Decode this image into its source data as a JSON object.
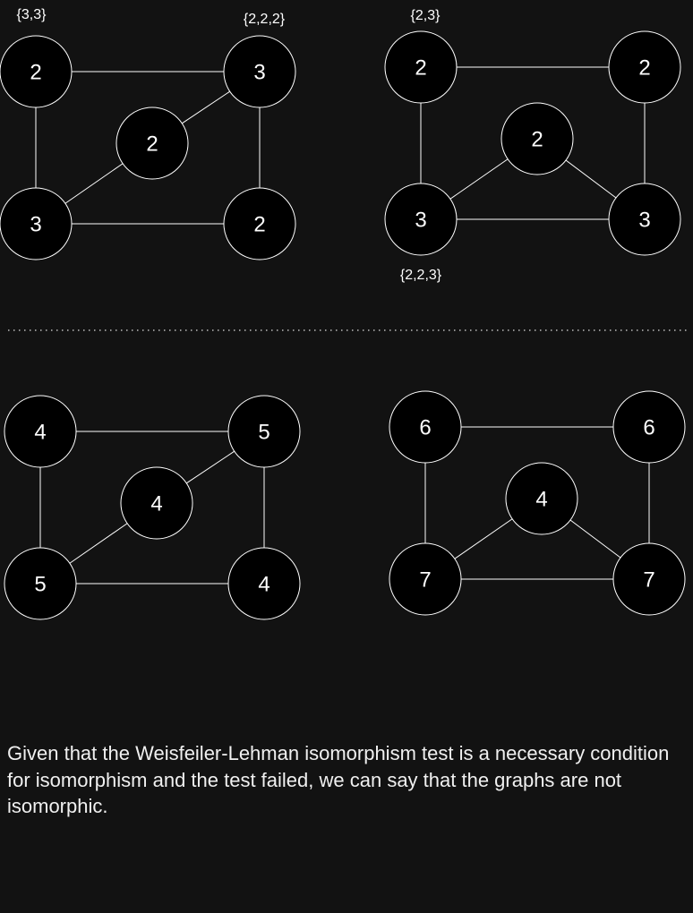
{
  "colors": {
    "background": "#121212",
    "node_fill": "#000000",
    "stroke": "#ffffff",
    "text": "#ffffff"
  },
  "graphs": [
    {
      "id": "top-left",
      "nodes": [
        {
          "id": "a",
          "label": "2",
          "annotation": "{3,3}"
        },
        {
          "id": "b",
          "label": "3",
          "annotation": "{2,2,2}"
        },
        {
          "id": "c",
          "label": "2",
          "annotation": ""
        },
        {
          "id": "d",
          "label": "3",
          "annotation": ""
        },
        {
          "id": "e",
          "label": "2",
          "annotation": ""
        }
      ],
      "edges": [
        [
          "a",
          "b"
        ],
        [
          "a",
          "d"
        ],
        [
          "b",
          "c"
        ],
        [
          "b",
          "e"
        ],
        [
          "c",
          "d"
        ],
        [
          "d",
          "e"
        ]
      ]
    },
    {
      "id": "top-right",
      "nodes": [
        {
          "id": "a",
          "label": "2",
          "annotation": "{2,3}"
        },
        {
          "id": "b",
          "label": "2",
          "annotation": ""
        },
        {
          "id": "c",
          "label": "2",
          "annotation": ""
        },
        {
          "id": "d",
          "label": "3",
          "annotation": "{2,2,3}"
        },
        {
          "id": "e",
          "label": "3",
          "annotation": ""
        }
      ],
      "edges": [
        [
          "a",
          "b"
        ],
        [
          "a",
          "d"
        ],
        [
          "b",
          "e"
        ],
        [
          "c",
          "d"
        ],
        [
          "c",
          "e"
        ],
        [
          "d",
          "e"
        ]
      ]
    },
    {
      "id": "bottom-left",
      "nodes": [
        {
          "id": "a",
          "label": "4",
          "annotation": ""
        },
        {
          "id": "b",
          "label": "5",
          "annotation": ""
        },
        {
          "id": "c",
          "label": "4",
          "annotation": ""
        },
        {
          "id": "d",
          "label": "5",
          "annotation": ""
        },
        {
          "id": "e",
          "label": "4",
          "annotation": ""
        }
      ],
      "edges": [
        [
          "a",
          "b"
        ],
        [
          "a",
          "d"
        ],
        [
          "b",
          "c"
        ],
        [
          "b",
          "e"
        ],
        [
          "c",
          "d"
        ],
        [
          "d",
          "e"
        ]
      ]
    },
    {
      "id": "bottom-right",
      "nodes": [
        {
          "id": "a",
          "label": "6",
          "annotation": ""
        },
        {
          "id": "b",
          "label": "6",
          "annotation": ""
        },
        {
          "id": "c",
          "label": "4",
          "annotation": ""
        },
        {
          "id": "d",
          "label": "7",
          "annotation": ""
        },
        {
          "id": "e",
          "label": "7",
          "annotation": ""
        }
      ],
      "edges": [
        [
          "a",
          "b"
        ],
        [
          "a",
          "d"
        ],
        [
          "b",
          "e"
        ],
        [
          "c",
          "d"
        ],
        [
          "c",
          "e"
        ],
        [
          "d",
          "e"
        ]
      ]
    }
  ],
  "caption": "Given that the Weisfeiler-Lehman isomorphism test is a necessary condition for isomorphism and the test failed, we can say that the graphs are not isomorphic."
}
